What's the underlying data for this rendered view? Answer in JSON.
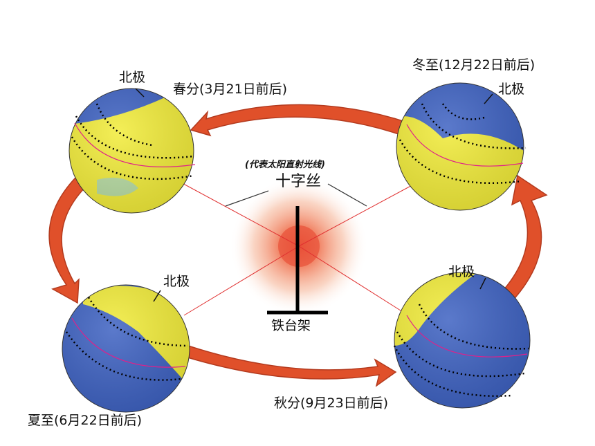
{
  "diagram": {
    "labels": {
      "north_pole": "北极",
      "spring_equinox": "春分(3月21日前后)",
      "winter_solstice": "冬至(12月22日前后)",
      "summer_solstice": "夏至(6月22日前后)",
      "autumn_equinox": "秋分(9月23日前后)",
      "crosshair_note": "(代表太阳直射光线)",
      "crosshair": "十字丝",
      "iron_stand": "铁台架"
    },
    "colors": {
      "orbit_arrow": "#e0502a",
      "sun_core": "#e8503a",
      "ocean_blue": "#3e62c2",
      "lit_yellow": "#f2ec3a",
      "ray_line": "#e03030",
      "tropic_line": "#e0208a"
    }
  }
}
